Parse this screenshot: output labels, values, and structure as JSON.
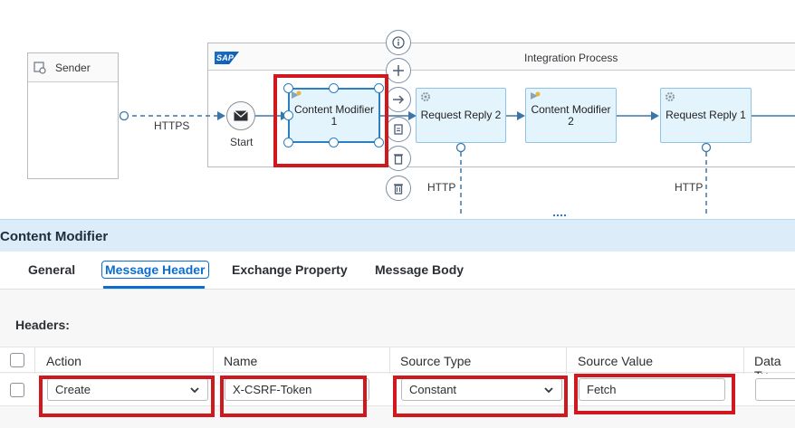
{
  "diagram": {
    "sender_pool_title": "Sender",
    "process_pool_title": "Integration Process",
    "sap_logo_text": "SAP",
    "start_event_label": "Start",
    "https_label": "HTTPS",
    "http_label_1": "HTTP",
    "http_label_2": "HTTP",
    "steps": {
      "content_modifier_1": "Content Modifier 1",
      "request_reply_2": "Request Reply 2",
      "content_modifier_2": "Content Modifier 2",
      "request_reply_1": "Request Reply 1"
    },
    "toolbar_icons": [
      "info-icon",
      "add-icon",
      "connect-arrow-icon",
      "copy-icon",
      "trash-icon",
      "delete-icon"
    ]
  },
  "panel": {
    "title": "Content Modifier",
    "tabs": [
      "General",
      "Message Header",
      "Exchange Property",
      "Message Body"
    ],
    "active_tab": "Message Header",
    "section_label": "Headers:",
    "columns": [
      "Action",
      "Name",
      "Source Type",
      "Source Value",
      "Data Ty"
    ],
    "rows": [
      {
        "action": "Create",
        "name": "X-CSRF-Token",
        "source_type": "Constant",
        "source_value": "Fetch",
        "data_type": ""
      }
    ]
  },
  "colors": {
    "highlight": "#d0191f",
    "accent": "#0a6ed1",
    "step_fill": "#e4f4fd",
    "panel_header": "#dcedf9"
  }
}
